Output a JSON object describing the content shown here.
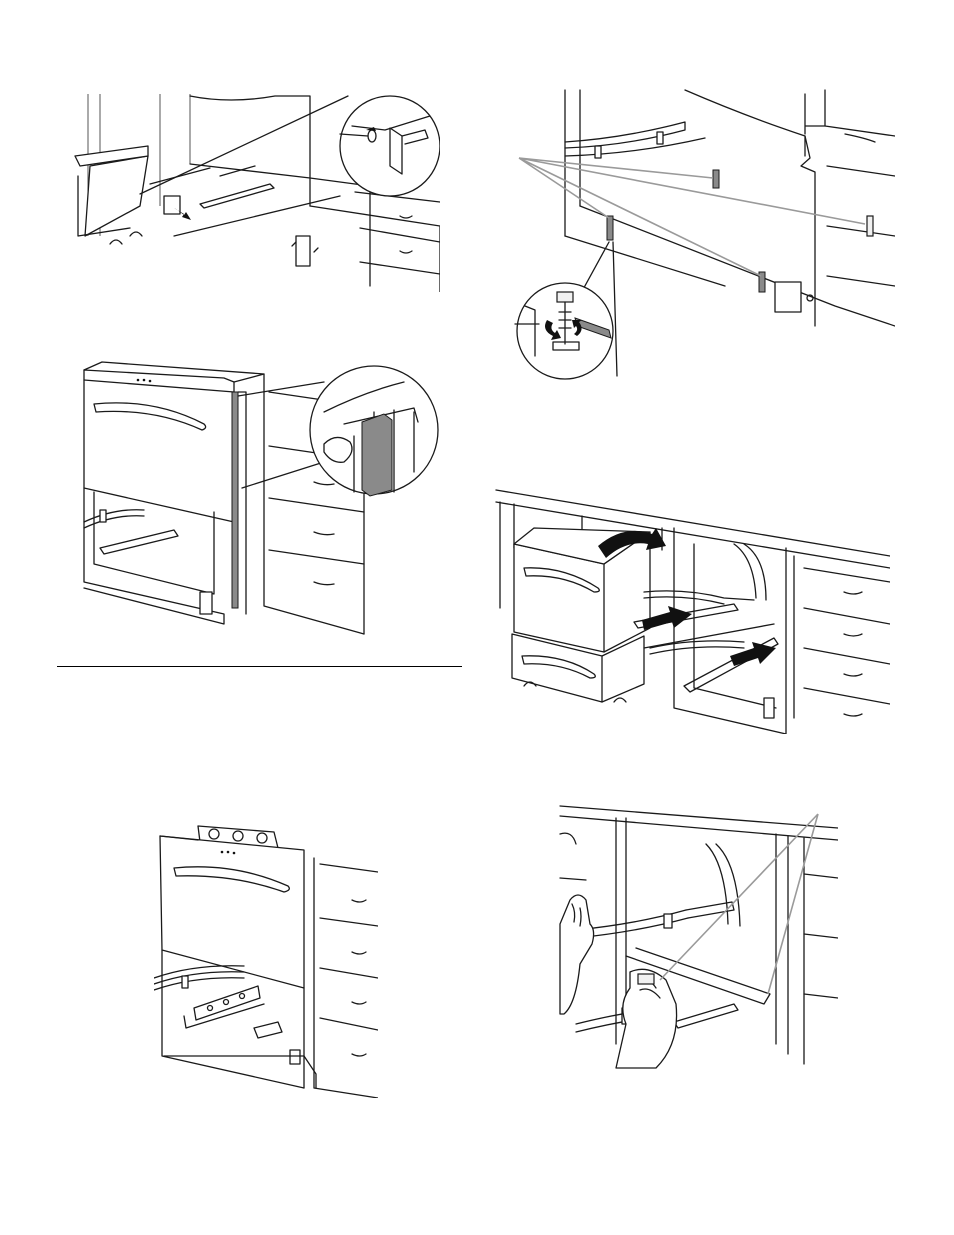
{
  "page": {
    "title": "",
    "figures": [
      {
        "id": "fig-1",
        "icon": "remove-bracket-illustration"
      },
      {
        "id": "fig-2",
        "icon": "leveling-legs-illustration"
      },
      {
        "id": "fig-3",
        "icon": "side-trim-illustration"
      },
      {
        "id": "fig-4",
        "icon": "insert-drawer-illustration"
      },
      {
        "id": "fig-5",
        "icon": "level-check-illustration"
      },
      {
        "id": "fig-6",
        "icon": "secure-hoses-illustration"
      }
    ]
  },
  "colors": {
    "line": "#1a1a1a",
    "callout": "#9a9a9a",
    "trim": "#8a8a8a"
  }
}
